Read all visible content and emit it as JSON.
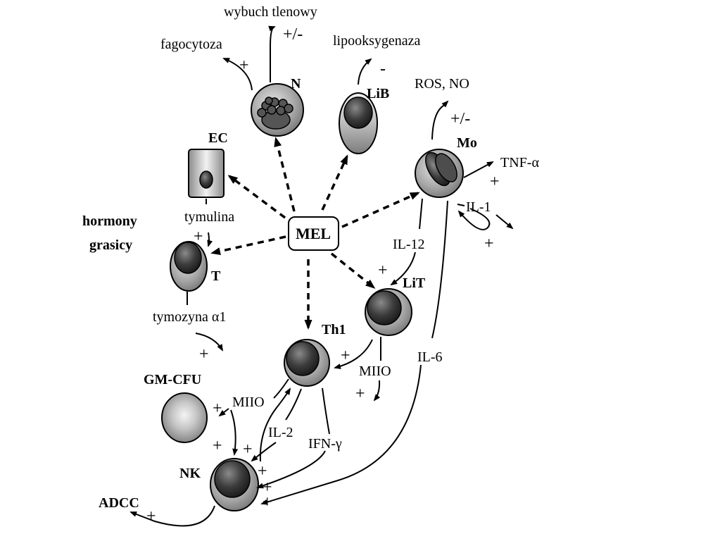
{
  "center": "MEL",
  "cells": {
    "N": "N",
    "LiB": "LiB",
    "Mo": "Mo",
    "EC": "EC",
    "T": "T",
    "LiT": "LiT",
    "Th1": "Th1",
    "GM_CFU": "GM-CFU",
    "NK": "NK"
  },
  "labels": {
    "hormony": "hormony",
    "grasicy": "grasicy",
    "wybuch": "wybuch tlenowy",
    "fagocytoza": "fagocytoza",
    "lipooksygenaza": "lipooksygenaza",
    "ros_no": "ROS, NO",
    "tnf": "TNF-α",
    "il1": "IL-1",
    "il12": "IL-12",
    "il6": "IL-6",
    "il2": "IL-2",
    "ifn": "IFN-γ",
    "miio_lit": "MIIO",
    "miio_th1": "MIIO",
    "tymulina": "tymulina",
    "tymozyna": "tymozyna α1",
    "adcc": "ADCC"
  },
  "signs": {
    "wybuch": "+/-",
    "fagocytoza": "+",
    "lipooksygenaza": "-",
    "ros_no": "+/-",
    "tnf": "+",
    "il1": "+",
    "tymulina": "+",
    "il12": "+",
    "tymozyna": "+",
    "lit_th1": "+",
    "miio_lit": "+",
    "th1_gm": "+",
    "gm_nk": "+",
    "nk_a": "+",
    "il2": "+",
    "nk_b": "+",
    "nk_c": "+",
    "adcc": "+"
  }
}
